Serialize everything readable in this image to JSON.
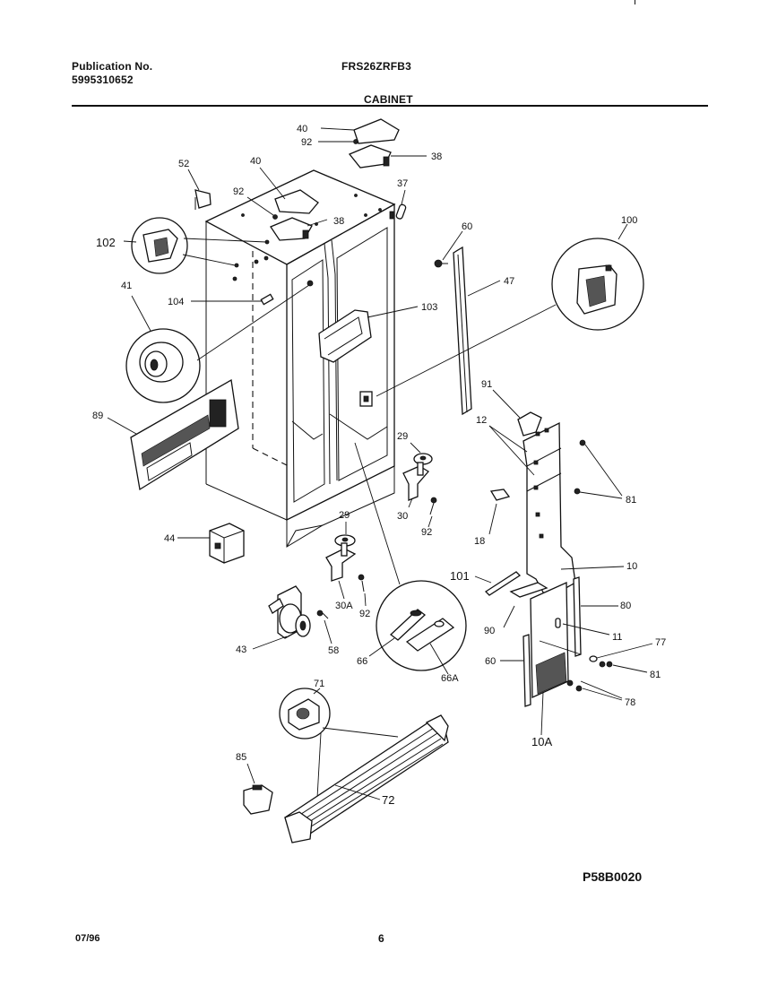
{
  "header": {
    "publication_label": "Publication No.",
    "publication_number": "5995310652",
    "model": "FRS26ZRFB3",
    "section": "CABINET"
  },
  "footer": {
    "date": "07/96",
    "page": "6",
    "drawing_code": "P58B0020"
  },
  "parts": {
    "p40a": "40",
    "p92a": "92",
    "p38a": "38",
    "p52": "52",
    "p40b": "40",
    "p92b": "92",
    "p38b": "38",
    "p37": "37",
    "p102": "102",
    "p41": "41",
    "p104": "104",
    "p103": "103",
    "p60a": "60",
    "p47": "47",
    "p100": "100",
    "p89": "89",
    "p91": "91",
    "p12": "12",
    "p29a": "29",
    "p30": "30",
    "p92c": "92",
    "p81a": "81",
    "p18": "18",
    "p44": "44",
    "p29b": "29",
    "p30A": "30A",
    "p92d": "92",
    "p10": "10",
    "p101": "101",
    "p80": "80",
    "p90": "90",
    "p11": "11",
    "p43": "43",
    "p58": "58",
    "p66": "66",
    "p66A": "66A",
    "p77": "77",
    "p60b": "60",
    "p81b": "81",
    "p78": "78",
    "p71": "71",
    "p10A": "10A",
    "p85": "85",
    "p72": "72"
  }
}
